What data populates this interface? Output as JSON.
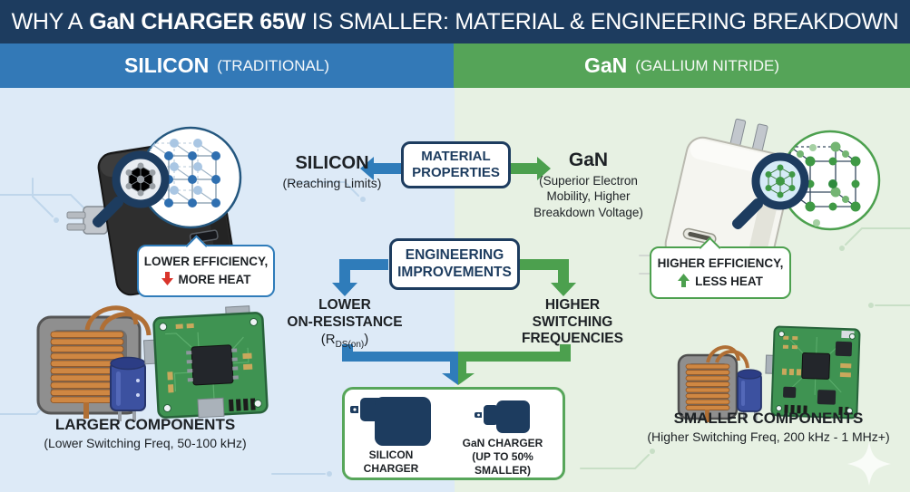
{
  "colors": {
    "title_bar_navy": "#1d3c5f",
    "header_blue": "#3379b7",
    "header_green": "#55a458",
    "panel_bg_blue": "#ddeaf7",
    "panel_bg_green": "#e7f1e3",
    "arrow_blue": "#2f7cba",
    "arrow_green": "#4ca04e",
    "alert_red": "#d9342b",
    "charger_icon_navy": "#1d3c5f"
  },
  "title": {
    "prefix": "WHY A",
    "highlight": "GaN CHARGER 65W",
    "suffix": "IS SMALLER: MATERIAL & ENGINEERING BREAKDOWN"
  },
  "columns": {
    "silicon": {
      "label": "SILICON",
      "sublabel": "(TRADITIONAL)"
    },
    "gan": {
      "label": "GaN",
      "sublabel": "(GALLIUM NITRIDE)"
    }
  },
  "material_properties": {
    "box_line1": "MATERIAL",
    "box_line2": "PROPERTIES",
    "silicon_name": "SILICON",
    "silicon_note": "(Reaching Limits)",
    "gan_name": "GaN",
    "gan_note_line1": "(Superior Electron",
    "gan_note_line2": "Mobility, Higher",
    "gan_note_line3": "Breakdown Voltage)"
  },
  "engineering": {
    "box_line1": "ENGINEERING",
    "box_line2": "IMPROVEMENTS",
    "left_line1": "LOWER",
    "left_line2": "ON-RESISTANCE",
    "left_r_open": "(R",
    "left_r_sub": "DS(on)",
    "left_r_close": ")",
    "right_line1": "HIGHER",
    "right_line2": "SWITCHING",
    "right_line3": "FREQUENCIES"
  },
  "callouts": {
    "silicon_line1": "LOWER EFFICIENCY,",
    "silicon_line2": "MORE HEAT",
    "gan_line1": "HIGHER EFFICIENCY,",
    "gan_line2": "LESS HEAT"
  },
  "components": {
    "silicon_label": "LARGER COMPONENTS",
    "silicon_note": "(Lower Switching Freq, 50-100 kHz)",
    "gan_label": "SMALLER COMPONENTS",
    "gan_note": "(Higher Switching Freq, 200 kHz - 1 MHz+)"
  },
  "result_box": {
    "silicon_line1": "SILICON",
    "silicon_line2": "CHARGER",
    "gan_line1": "GaN CHARGER",
    "gan_line2": "(UP TO 50% SMALLER)"
  }
}
